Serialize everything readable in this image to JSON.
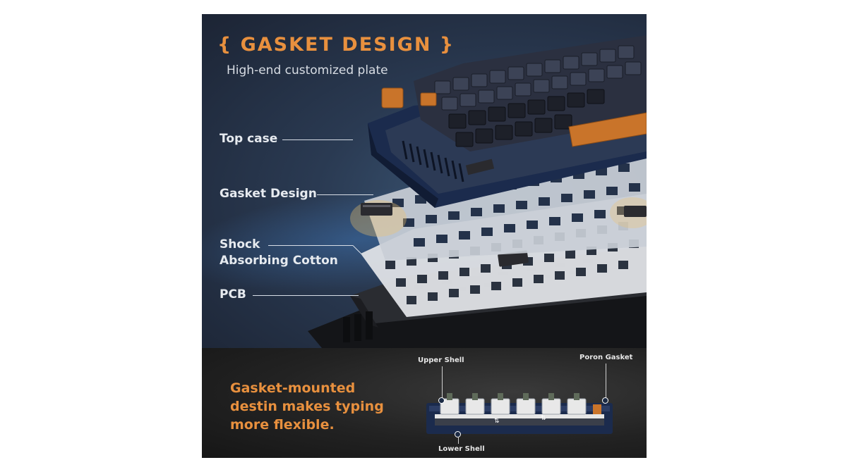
{
  "header": {
    "title": "{ GASKET DESIGN }",
    "subtitle": "High-end customized plate"
  },
  "layers": {
    "top_case": "Top case",
    "gasket_design": "Gasket Design",
    "shock_line1": "Shock",
    "shock_line2": "Absorbing Cotton",
    "pcb": "PCB"
  },
  "bottom": {
    "tagline_line1": "Gasket-mounted",
    "tagline_line2": "destin makes typing",
    "tagline_line3": "more flexible.",
    "upper_shell": "Upper Shell",
    "poron_gasket": "Poron Gasket",
    "lower_shell": "Lower Shell"
  },
  "colors": {
    "accent": "#e8903e",
    "label_text": "#e6eaef",
    "case_navy": "#1b2b4d"
  }
}
